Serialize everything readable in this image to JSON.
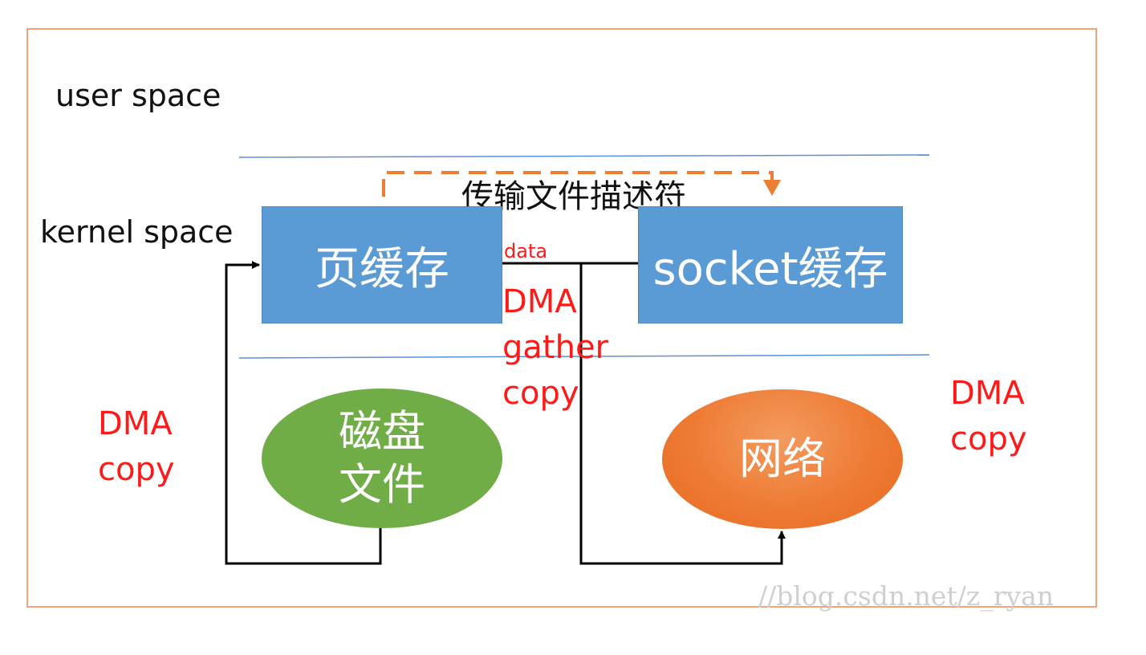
{
  "labels": {
    "user_space": "user space",
    "kernel_space": "kernel space",
    "descriptor": "传输文件描述符",
    "data": "data",
    "dma_gather_copy": [
      "DMA",
      "gather",
      "copy"
    ],
    "dma_copy_left": [
      "DMA",
      "copy"
    ],
    "dma_copy_right": [
      "DMA",
      "copy"
    ]
  },
  "boxes": {
    "page_cache": "页缓存",
    "socket_cache": "socket缓存"
  },
  "nodes": {
    "disk_file": [
      "磁盘",
      "文件"
    ],
    "network": "网络"
  },
  "watermark": "//blog.csdn.net/z_ryan",
  "colors": {
    "frame": "#f1a47a",
    "divider": "#5b8fd6",
    "box": "#5b9bd5",
    "disk": "#70ad47",
    "network": "#ee7a33",
    "dashed_arrow": "#ed7d31",
    "label_red": "#ff1a1a"
  }
}
